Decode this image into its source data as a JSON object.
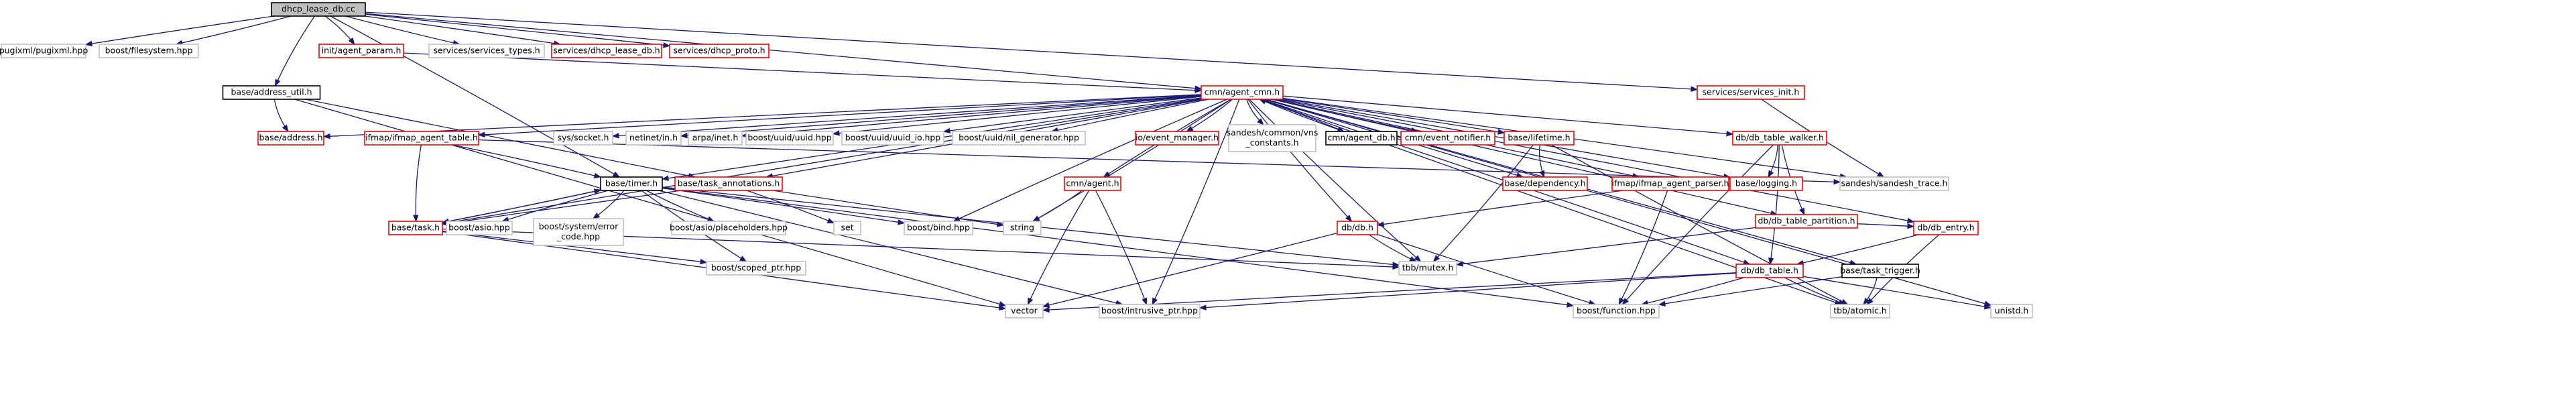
{
  "graph": {
    "colors": {
      "edge": "#191970",
      "root_fill": "#bfbfbf",
      "root_border": "#000000",
      "linked_border": "#ff0000",
      "plain_border": "#bfbfbf",
      "node_fill": "#ffffff",
      "text": "#000000"
    },
    "nodes": [
      {
        "id": "root",
        "label": "dhcp_lease_db.cc",
        "style": "root"
      },
      {
        "id": "pugixml",
        "label": "pugixml/pugixml.hpp",
        "style": "plain"
      },
      {
        "id": "boost_fs",
        "label": "boost/filesystem.hpp",
        "style": "plain"
      },
      {
        "id": "addr_util",
        "label": "base/address_util.h",
        "style": "black"
      },
      {
        "id": "init_agent_param",
        "label": "init/agent_param.h",
        "style": "linked"
      },
      {
        "id": "services_types",
        "label": "services/services_types.h",
        "style": "plain"
      },
      {
        "id": "services_dhcp_lease_db",
        "label": "services/dhcp_lease_db.h",
        "style": "linked"
      },
      {
        "id": "services_dhcp_proto",
        "label": "services/dhcp_proto.h",
        "style": "linked"
      },
      {
        "id": "cmn_agent_cmn",
        "label": "cmn/agent_cmn.h",
        "style": "linked"
      },
      {
        "id": "services_init",
        "label": "services/services_init.h",
        "style": "linked"
      },
      {
        "id": "base_address",
        "label": "base/address.h",
        "style": "linked"
      },
      {
        "id": "ifmap_agent_table",
        "label": "ifmap/ifmap_agent_table.h",
        "style": "linked"
      },
      {
        "id": "sys_socket",
        "label": "sys/socket.h",
        "style": "plain"
      },
      {
        "id": "netinet_in",
        "label": "netinet/in.h",
        "style": "plain"
      },
      {
        "id": "arpa_inet",
        "label": "arpa/inet.h",
        "style": "plain"
      },
      {
        "id": "uuid_hpp",
        "label": "boost/uuid/uuid.hpp",
        "style": "plain"
      },
      {
        "id": "uuid_io",
        "label": "boost/uuid/uuid_io.hpp",
        "style": "plain"
      },
      {
        "id": "nil_gen",
        "label": "boost/uuid/nil_generator.hpp",
        "style": "plain"
      },
      {
        "id": "event_manager",
        "label": "io/event_manager.h",
        "style": "linked"
      },
      {
        "id": "vns_constants",
        "label": "sandesh/common/vns\n_constants.h",
        "style": "plain"
      },
      {
        "id": "cmn_agent_db",
        "label": "cmn/agent_db.h",
        "style": "black"
      },
      {
        "id": "event_notifier",
        "label": "cmn/event_notifier.h",
        "style": "linked"
      },
      {
        "id": "base_lifetime",
        "label": "base/lifetime.h",
        "style": "linked"
      },
      {
        "id": "db_table_walker",
        "label": "db/db_table_walker.h",
        "style": "linked"
      },
      {
        "id": "sandesh_trace",
        "label": "sandesh/sandesh_trace.h",
        "style": "plain"
      },
      {
        "id": "base_timer",
        "label": "base/timer.h",
        "style": "black"
      },
      {
        "id": "task_annotations",
        "label": "base/task_annotations.h",
        "style": "linked"
      },
      {
        "id": "cmn_agent",
        "label": "cmn/agent.h",
        "style": "linked"
      },
      {
        "id": "base_dependency",
        "label": "base/dependency.h",
        "style": "linked"
      },
      {
        "id": "ifmap_agent_parser",
        "label": "ifmap/ifmap_agent_parser.h",
        "style": "linked"
      },
      {
        "id": "base_logging",
        "label": "base/logging.h",
        "style": "linked"
      },
      {
        "id": "db_table_partition",
        "label": "db/db_table_partition.h",
        "style": "linked"
      },
      {
        "id": "base_task",
        "label": "base/task.h",
        "style": "linked"
      },
      {
        "id": "boost_asio",
        "label": "boost/asio.hpp",
        "style": "plain"
      },
      {
        "id": "system_error",
        "label": "boost/system/error\n_code.hpp",
        "style": "plain"
      },
      {
        "id": "asio_placeholders",
        "label": "boost/asio/placeholders.hpp",
        "style": "plain"
      },
      {
        "id": "set",
        "label": "set",
        "style": "plain"
      },
      {
        "id": "boost_bind",
        "label": "boost/bind.hpp",
        "style": "plain"
      },
      {
        "id": "string",
        "label": "string",
        "style": "plain"
      },
      {
        "id": "db_db",
        "label": "db/db.h",
        "style": "linked"
      },
      {
        "id": "db_entry",
        "label": "db/db_entry.h",
        "style": "linked"
      },
      {
        "id": "scoped_ptr",
        "label": "boost/scoped_ptr.hpp",
        "style": "plain"
      },
      {
        "id": "tbb_mutex",
        "label": "tbb/mutex.h",
        "style": "plain"
      },
      {
        "id": "db_table",
        "label": "db/db_table.h",
        "style": "linked"
      },
      {
        "id": "task_trigger",
        "label": "base/task_trigger.h",
        "style": "black"
      },
      {
        "id": "vector",
        "label": "vector",
        "style": "plain"
      },
      {
        "id": "intrusive_ptr",
        "label": "boost/intrusive_ptr.hpp",
        "style": "plain"
      },
      {
        "id": "boost_function",
        "label": "boost/function.hpp",
        "style": "plain"
      },
      {
        "id": "tbb_atomic",
        "label": "tbb/atomic.h",
        "style": "plain"
      },
      {
        "id": "unistd",
        "label": "unistd.h",
        "style": "plain"
      }
    ],
    "edges": [
      [
        "root",
        "pugixml"
      ],
      [
        "root",
        "boost_fs"
      ],
      [
        "root",
        "addr_util"
      ],
      [
        "root",
        "init_agent_param"
      ],
      [
        "root",
        "services_types"
      ],
      [
        "root",
        "services_dhcp_lease_db"
      ],
      [
        "root",
        "services_dhcp_proto"
      ],
      [
        "root",
        "cmn_agent_cmn"
      ],
      [
        "root",
        "services_init"
      ],
      [
        "root",
        "base_timer"
      ],
      [
        "addr_util",
        "base_address"
      ],
      [
        "addr_util",
        "vector"
      ],
      [
        "addr_util",
        "task_annotations"
      ],
      [
        "init_agent_param",
        "cmn_agent_cmn"
      ],
      [
        "services_init",
        "sandesh_trace"
      ],
      [
        "cmn_agent_cmn",
        "base_address"
      ],
      [
        "cmn_agent_cmn",
        "ifmap_agent_table"
      ],
      [
        "cmn_agent_cmn",
        "sys_socket"
      ],
      [
        "cmn_agent_cmn",
        "netinet_in"
      ],
      [
        "cmn_agent_cmn",
        "arpa_inet"
      ],
      [
        "cmn_agent_cmn",
        "uuid_hpp"
      ],
      [
        "cmn_agent_cmn",
        "uuid_io"
      ],
      [
        "cmn_agent_cmn",
        "nil_gen"
      ],
      [
        "cmn_agent_cmn",
        "event_manager"
      ],
      [
        "cmn_agent_cmn",
        "vns_constants"
      ],
      [
        "cmn_agent_cmn",
        "cmn_agent_db"
      ],
      [
        "cmn_agent_cmn",
        "event_notifier"
      ],
      [
        "cmn_agent_cmn",
        "base_lifetime"
      ],
      [
        "cmn_agent_cmn",
        "db_table_walker"
      ],
      [
        "cmn_agent_cmn",
        "sandesh_trace"
      ],
      [
        "cmn_agent_cmn",
        "base_timer"
      ],
      [
        "cmn_agent_cmn",
        "task_annotations"
      ],
      [
        "cmn_agent_cmn",
        "cmn_agent"
      ],
      [
        "cmn_agent_cmn",
        "base_dependency"
      ],
      [
        "cmn_agent_cmn",
        "ifmap_agent_parser"
      ],
      [
        "cmn_agent_cmn",
        "base_logging"
      ],
      [
        "cmn_agent_cmn",
        "db_table_partition"
      ],
      [
        "cmn_agent_cmn",
        "base_task"
      ],
      [
        "cmn_agent_cmn",
        "boost_bind"
      ],
      [
        "cmn_agent_cmn",
        "string"
      ],
      [
        "cmn_agent_cmn",
        "db_db"
      ],
      [
        "cmn_agent_cmn",
        "db_entry"
      ],
      [
        "cmn_agent_cmn",
        "tbb_mutex"
      ],
      [
        "cmn_agent_cmn",
        "db_table"
      ],
      [
        "cmn_agent_cmn",
        "task_trigger"
      ],
      [
        "cmn_agent_cmn",
        "intrusive_ptr"
      ],
      [
        "cmn_agent_cmn",
        "tbb_atomic"
      ],
      [
        "cmn_agent_cmn",
        "unistd"
      ],
      [
        "cmn_agent_db",
        "cmn_agent_cmn"
      ],
      [
        "ifmap_agent_table",
        "base_timer"
      ],
      [
        "ifmap_agent_table",
        "base_task"
      ],
      [
        "ifmap_agent_table",
        "sandesh_trace"
      ],
      [
        "base_lifetime",
        "base_dependency"
      ],
      [
        "base_lifetime",
        "tbb_mutex"
      ],
      [
        "base_lifetime",
        "tbb_atomic"
      ],
      [
        "db_table_walker",
        "base_logging"
      ],
      [
        "db_table_walker",
        "db_table_partition"
      ],
      [
        "db_table_walker",
        "db_table"
      ],
      [
        "db_table_walker",
        "boost_function"
      ],
      [
        "base_timer",
        "base_task"
      ],
      [
        "base_timer",
        "boost_asio"
      ],
      [
        "base_timer",
        "system_error"
      ],
      [
        "base_timer",
        "asio_placeholders"
      ],
      [
        "base_timer",
        "boost_bind"
      ],
      [
        "base_timer",
        "scoped_ptr"
      ],
      [
        "base_timer",
        "tbb_mutex"
      ],
      [
        "base_timer",
        "intrusive_ptr"
      ],
      [
        "base_timer",
        "boost_function"
      ],
      [
        "task_annotations",
        "base_task"
      ],
      [
        "task_annotations",
        "set"
      ],
      [
        "task_annotations",
        "string"
      ],
      [
        "cmn_agent",
        "string"
      ],
      [
        "cmn_agent",
        "vector"
      ],
      [
        "cmn_agent",
        "intrusive_ptr"
      ],
      [
        "ifmap_agent_parser",
        "db_db"
      ],
      [
        "ifmap_agent_parser",
        "boost_function"
      ],
      [
        "db_table_partition",
        "tbb_mutex"
      ],
      [
        "db_table_partition",
        "db_entry"
      ],
      [
        "base_task",
        "scoped_ptr"
      ],
      [
        "base_task",
        "tbb_mutex"
      ],
      [
        "base_task",
        "vector"
      ],
      [
        "base_task",
        "base_timer"
      ],
      [
        "db_db",
        "tbb_mutex"
      ],
      [
        "db_db",
        "vector"
      ],
      [
        "db_db",
        "boost_function"
      ],
      [
        "db_entry",
        "db_table"
      ],
      [
        "db_entry",
        "tbb_atomic"
      ],
      [
        "db_table",
        "vector"
      ],
      [
        "db_table",
        "intrusive_ptr"
      ],
      [
        "db_table",
        "boost_function"
      ],
      [
        "db_table",
        "tbb_atomic"
      ],
      [
        "db_table",
        "unistd"
      ],
      [
        "task_trigger",
        "boost_function"
      ],
      [
        "task_trigger",
        "tbb_atomic"
      ]
    ]
  }
}
